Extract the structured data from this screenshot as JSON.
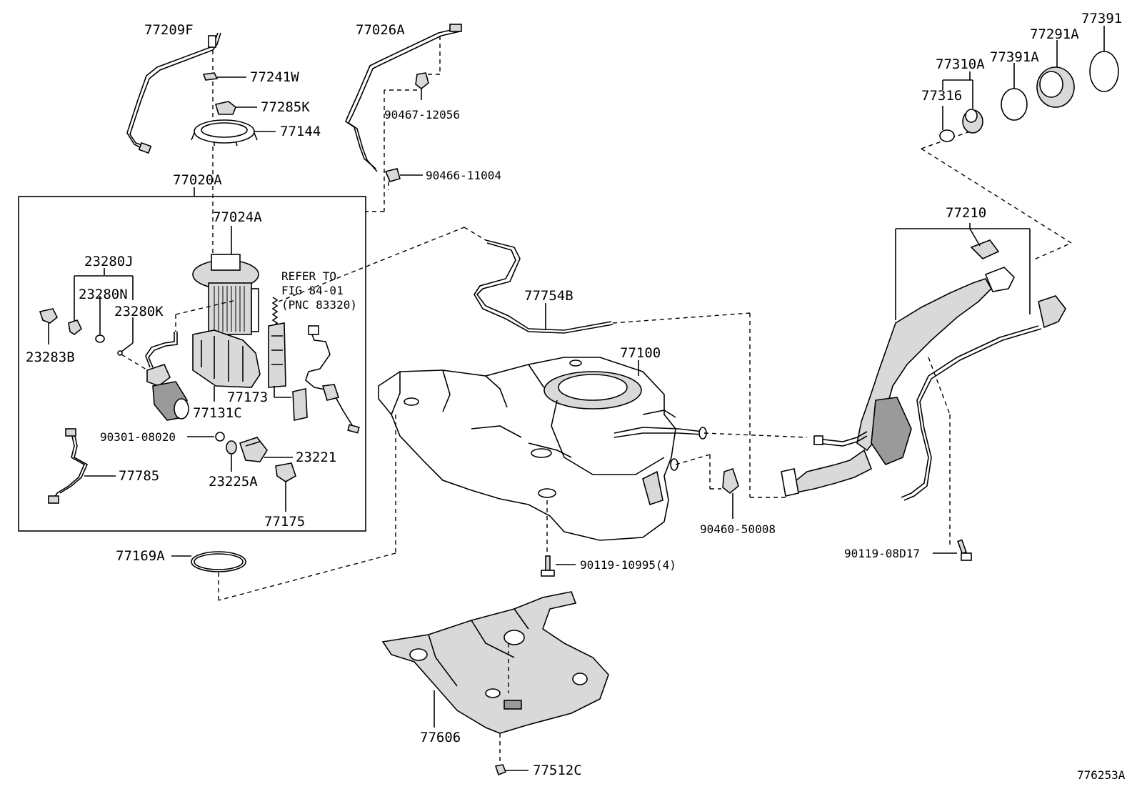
{
  "diagram": {
    "figure_code": "776253A",
    "refer_note": [
      "REFER TO",
      "FIG 84-01",
      "(PNC 83320)"
    ],
    "parts": [
      {
        "id": "77209F"
      },
      {
        "id": "77241W"
      },
      {
        "id": "77285K"
      },
      {
        "id": "77144"
      },
      {
        "id": "77020A"
      },
      {
        "id": "77024A"
      },
      {
        "id": "23280J"
      },
      {
        "id": "23280N"
      },
      {
        "id": "23280K"
      },
      {
        "id": "23283B"
      },
      {
        "id": "77131C"
      },
      {
        "id": "77173"
      },
      {
        "id": "90301-08020"
      },
      {
        "id": "23221"
      },
      {
        "id": "23225A"
      },
      {
        "id": "77785"
      },
      {
        "id": "77175"
      },
      {
        "id": "77026A"
      },
      {
        "id": "90467-12056"
      },
      {
        "id": "90466-11004"
      },
      {
        "id": "77754B"
      },
      {
        "id": "77100"
      },
      {
        "id": "90460-50008"
      },
      {
        "id": "90119-10995(4)"
      },
      {
        "id": "77169A"
      },
      {
        "id": "77606"
      },
      {
        "id": "77512C"
      },
      {
        "id": "77210"
      },
      {
        "id": "90119-08D17"
      },
      {
        "id": "77316"
      },
      {
        "id": "77310A"
      },
      {
        "id": "77391A"
      },
      {
        "id": "77291A"
      },
      {
        "id": "77391"
      }
    ]
  }
}
